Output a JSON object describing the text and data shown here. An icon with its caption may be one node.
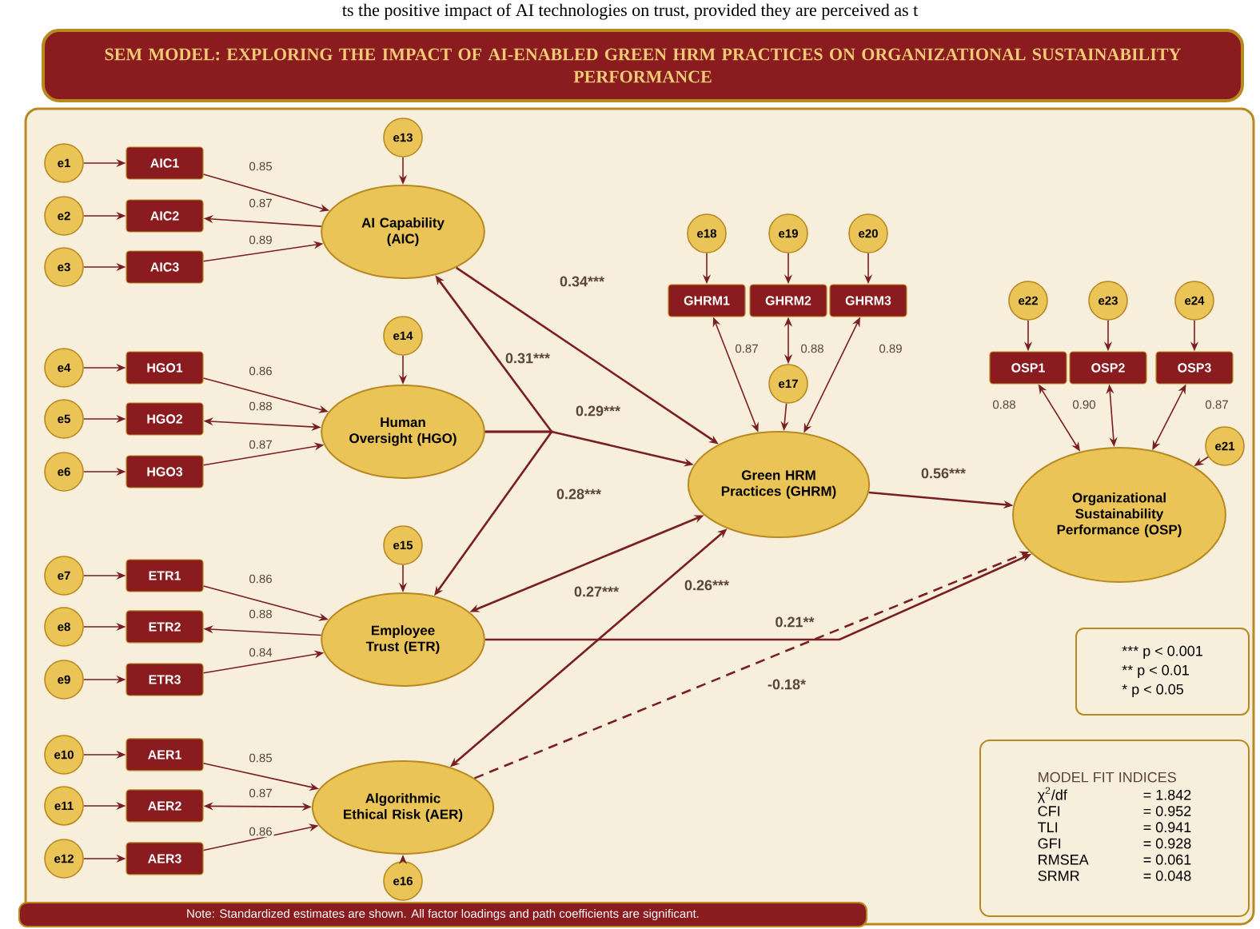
{
  "diagram": {
    "title": "SEM MODEL: EXPLORING THE IMPACT OF AI-ENABLED GREEN HRM PRACTICES ON ORGANIZATIONAL SUSTAINABILITY PERFORMANCE",
    "caption": "Note: Standardized estimates are shown. All factor loadings and path coefficients are significant.",
    "labels": [
      "ts the positive impact of AI technologies on trust, provided they are perceived as t"
    ],
    "nodes": [
      {
        "text": [
          "e1"
        ]
      },
      {
        "text": [
          "AIC1"
        ]
      },
      {
        "text": [
          "e2"
        ]
      },
      {
        "text": [
          "AIC2"
        ]
      },
      {
        "text": [
          "e3"
        ]
      },
      {
        "text": [
          "AIC3"
        ]
      },
      {
        "text": [
          "e13"
        ]
      },
      {
        "text": [
          "AI Capability (AIC)"
        ]
      },
      {
        "text": [
          "e4"
        ]
      },
      {
        "text": [
          "HGO1"
        ]
      },
      {
        "text": [
          "e5"
        ]
      },
      {
        "text": [
          "HGO2"
        ]
      },
      {
        "text": [
          "e6"
        ]
      },
      {
        "text": [
          "HGO3"
        ]
      },
      {
        "text": [
          "e14"
        ]
      },
      {
        "text": [
          "Human Oversight (HGO)"
        ]
      },
      {
        "text": [
          "e7"
        ]
      },
      {
        "text": [
          "ETR1"
        ]
      },
      {
        "text": [
          "e8"
        ]
      },
      {
        "text": [
          "ETR2"
        ]
      },
      {
        "text": [
          "e9"
        ]
      },
      {
        "text": [
          "ETR3"
        ]
      },
      {
        "text": [
          "e15"
        ]
      },
      {
        "text": [
          "Employee Trust (ETR)"
        ]
      },
      {
        "text": [
          "e10"
        ]
      },
      {
        "text": [
          "AER1"
        ]
      },
      {
        "text": [
          "e11"
        ]
      },
      {
        "text": [
          "AER2"
        ]
      },
      {
        "text": [
          "e12"
        ]
      },
      {
        "text": [
          "AER3"
        ]
      },
      {
        "text": [
          "e16"
        ]
      },
      {
        "text": [
          "Algorithmic Ethical Risk (AER)"
        ]
      },
      {
        "text": [
          "e18"
        ]
      },
      {
        "text": [
          "GHRM1"
        ]
      },
      {
        "text": [
          "e19"
        ]
      },
      {
        "text": [
          "GHRM2"
        ]
      },
      {
        "text": [
          "e20"
        ]
      },
      {
        "text": [
          "GHRM3"
        ]
      },
      {
        "text": [
          "e17"
        ]
      },
      {
        "text": [
          "Green HRM Practices (GHRM)"
        ]
      },
      {
        "text": [
          "e22"
        ]
      },
      {
        "text": [
          "OSP1"
        ]
      },
      {
        "text": [
          "e23"
        ]
      },
      {
        "text": [
          "OSP2"
        ]
      },
      {
        "text": [
          "e24"
        ]
      },
      {
        "text": [
          "OSP3"
        ]
      },
      {
        "text": [
          "e21"
        ]
      },
      {
        "text": [
          "Organizational Sustainability Performance (OSP)"
        ]
      },
      {
        "text": [
          "*** p < 0.001",
          "** p < 0.01",
          "* p < 0.05"
        ]
      },
      {
        "text": [
          "MODEL FIT INDICES",
          "χ$^{2}$/df",
          "= 1.842",
          "CFI",
          "= 0.952",
          "TLI",
          "= 0.941",
          "GFI",
          "= 0.928",
          "RMSEA",
          "= 0.061",
          "SRMR",
          "= 0.048"
        ]
      }
    ],
    "edges": [
      {
        "from": 0,
        "to": 1,
        "arrow": "to"
      },
      {
        "from": 2,
        "to": 3,
        "arrow": "to"
      },
      {
        "from": 4,
        "to": 5,
        "arrow": "to"
      },
      {
        "from": 1,
        "to": 7,
        "arrow": "to",
        "label": "0.85"
      },
      {
        "from": 7,
        "to": 3,
        "arrow": "to",
        "label": "0.87"
      },
      {
        "from": 5,
        "to": 7,
        "arrow": "to",
        "label": "0.89"
      },
      {
        "from": 6,
        "to": 7,
        "arrow": "to"
      },
      {
        "from": 8,
        "to": 9,
        "arrow": "to"
      },
      {
        "from": 10,
        "to": 11,
        "arrow": "to"
      },
      {
        "from": 12,
        "to": 13,
        "arrow": "to"
      },
      {
        "from": 9,
        "to": 15,
        "arrow": "to",
        "label": "0.86"
      },
      {
        "from": 11,
        "to": 15,
        "arrow": "both",
        "label": "0.88"
      },
      {
        "from": 13,
        "to": 15,
        "arrow": "to",
        "label": "0.87"
      },
      {
        "from": 14,
        "to": 15,
        "arrow": "to"
      },
      {
        "from": 16,
        "to": 17,
        "arrow": "to"
      },
      {
        "from": 18,
        "to": 19,
        "arrow": "to"
      },
      {
        "from": 20,
        "to": 21,
        "arrow": "to"
      },
      {
        "from": 17,
        "to": 23,
        "arrow": "to",
        "label": "0.86"
      },
      {
        "from": 23,
        "to": 19,
        "arrow": "to",
        "label": "0.88"
      },
      {
        "from": 21,
        "to": 23,
        "arrow": "to",
        "label": "0.84"
      },
      {
        "from": 22,
        "to": 23,
        "arrow": "to"
      },
      {
        "from": 24,
        "to": 25,
        "arrow": "to"
      },
      {
        "from": 26,
        "to": 27,
        "arrow": "to"
      },
      {
        "from": 28,
        "to": 29,
        "arrow": "to"
      },
      {
        "from": 25,
        "to": 31,
        "arrow": "to",
        "label": "0.85"
      },
      {
        "from": 27,
        "to": 31,
        "arrow": "both",
        "label": "0.87"
      },
      {
        "from": 29,
        "to": 31,
        "arrow": "to",
        "label": "0.86"
      },
      {
        "from": 30,
        "to": 31,
        "arrow": "to"
      },
      {
        "from": 32,
        "to": 33,
        "arrow": "to"
      },
      {
        "from": 34,
        "to": 35,
        "arrow": "to"
      },
      {
        "from": 36,
        "to": 37,
        "arrow": "to"
      },
      {
        "from": 33,
        "to": 39,
        "arrow": "both",
        "label": "0.87"
      },
      {
        "from": 35,
        "to": 38,
        "arrow": "both",
        "label": "0.88"
      },
      {
        "from": 37,
        "to": 39,
        "arrow": "both",
        "label": "0.89"
      },
      {
        "from": 38,
        "to": 39,
        "arrow": "to"
      },
      {
        "from": 40,
        "to": 41,
        "arrow": "to"
      },
      {
        "from": 42,
        "to": 43,
        "arrow": "to"
      },
      {
        "from": 44,
        "to": 45,
        "arrow": "to"
      },
      {
        "from": 41,
        "to": 47,
        "arrow": "both",
        "label": "0.88"
      },
      {
        "from": 43,
        "to": 47,
        "arrow": "both",
        "label": "0.90"
      },
      {
        "from": 45,
        "to": 47,
        "arrow": "both",
        "label": "0.87"
      },
      {
        "from": 46,
        "to": 47,
        "arrow": "to"
      },
      {
        "from": 7,
        "to": 39,
        "arrow": "to",
        "label": "0.34***"
      },
      {
        "from": 15,
        "to": 39,
        "arrow": "to",
        "label": "0.29***"
      },
      {
        "from": 15,
        "to": 7,
        "arrow": "to",
        "label": "0.31***"
      },
      {
        "from": 15,
        "to": 23,
        "arrow": "to",
        "label": "0.28***"
      },
      {
        "from": 23,
        "to": 39,
        "arrow": "both",
        "label": "0.27***"
      },
      {
        "from": 31,
        "to": 39,
        "arrow": "both",
        "label": "0.26***"
      },
      {
        "from": 39,
        "to": 47,
        "arrow": "to",
        "label": "0.56***"
      },
      {
        "from": 23,
        "to": 47,
        "arrow": "to",
        "label": "0.21**"
      },
      {
        "from": 31,
        "to": 47,
        "arrow": "to",
        "label": "-0.18*",
        "style": "dashed"
      }
    ]
  }
}
